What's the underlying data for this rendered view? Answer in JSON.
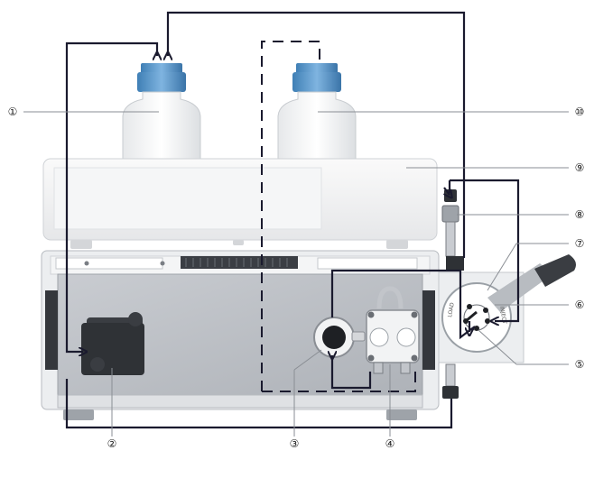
{
  "callouts": [
    {
      "id": "1",
      "label": "①"
    },
    {
      "id": "2",
      "label": "②"
    },
    {
      "id": "3",
      "label": "③"
    },
    {
      "id": "4",
      "label": "④"
    },
    {
      "id": "5",
      "label": "⑤"
    },
    {
      "id": "6",
      "label": "⑥"
    },
    {
      "id": "7",
      "label": "⑦"
    },
    {
      "id": "8",
      "label": "⑧"
    },
    {
      "id": "9",
      "label": "⑨"
    },
    {
      "id": "10",
      "label": "⑩"
    }
  ],
  "valve": {
    "load_label": "LOAD",
    "inject_label": "INJECT"
  },
  "flow_lines": {
    "solid": "solvent flow",
    "dashed": "rinse flow"
  },
  "colors": {
    "flow_line": "#1a1a2e",
    "bottle_cap": "#4a90c8",
    "instrument_body": "#f2f2f2",
    "front_panel": "#bfc3c9",
    "motor": "#3a3d42"
  }
}
